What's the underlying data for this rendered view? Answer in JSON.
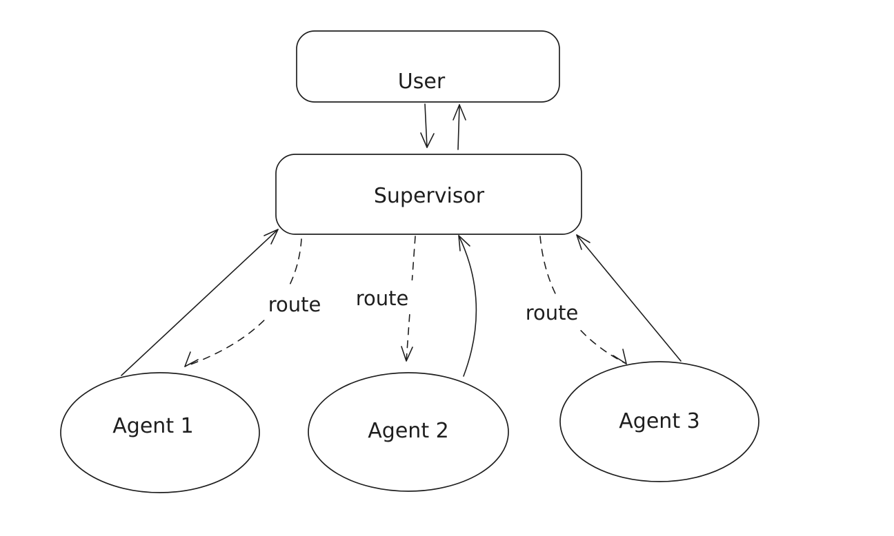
{
  "canvas": {
    "background_color": "#ffffff",
    "stroke_color": "#1e1e1e"
  },
  "nodes": {
    "user": {
      "label": "User",
      "shape": "rounded-rectangle"
    },
    "supervisor": {
      "label": "Supervisor",
      "shape": "rounded-rectangle"
    },
    "agent1": {
      "label": "Agent 1",
      "shape": "ellipse"
    },
    "agent2": {
      "label": "Agent 2",
      "shape": "ellipse"
    },
    "agent3": {
      "label": "Agent 3",
      "shape": "ellipse"
    }
  },
  "edges": {
    "user_to_supervisor": {
      "from": "user",
      "to": "supervisor",
      "style": "solid"
    },
    "supervisor_to_user": {
      "from": "supervisor",
      "to": "user",
      "style": "solid"
    },
    "route_to_agent1": {
      "from": "supervisor",
      "to": "agent1",
      "style": "dashed",
      "label": "route"
    },
    "route_to_agent2": {
      "from": "supervisor",
      "to": "agent2",
      "style": "dashed",
      "label": "route"
    },
    "route_to_agent3": {
      "from": "supervisor",
      "to": "agent3",
      "style": "dashed",
      "label": "route"
    },
    "agent1_to_supervisor": {
      "from": "agent1",
      "to": "supervisor",
      "style": "solid"
    },
    "agent2_to_supervisor": {
      "from": "agent2",
      "to": "supervisor",
      "style": "solid"
    },
    "agent3_to_supervisor": {
      "from": "agent3",
      "to": "supervisor",
      "style": "solid"
    }
  }
}
